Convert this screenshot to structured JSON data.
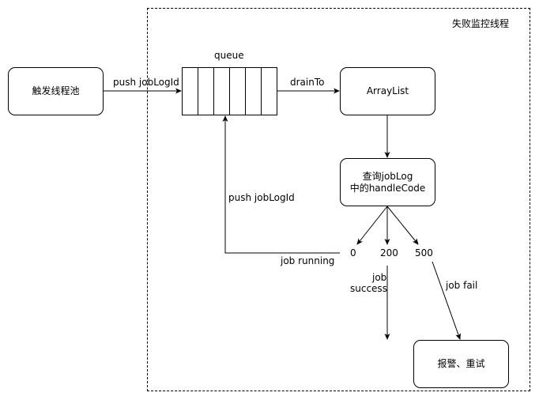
{
  "diagram": {
    "monitor_thread_title": "失败监控线程",
    "trigger_pool": "触发线程池",
    "queue_label": "queue",
    "arraylist": "ArrayList",
    "query_line1": "查询jobLog",
    "query_line2": "中的handleCode",
    "alarm_retry": "报警、重试",
    "edge_push_joblogid_top": "push jobLogId",
    "edge_drain_to": "drainTo",
    "edge_push_joblogid_back": "push jobLogId",
    "edge_job_running": "job running",
    "edge_job_success_1": "job",
    "edge_job_success_2": "success",
    "edge_job_fail": "job fail",
    "code_0": "0",
    "code_200": "200",
    "code_500": "500"
  },
  "colors": {
    "stroke": "#000000",
    "background": "#ffffff"
  }
}
